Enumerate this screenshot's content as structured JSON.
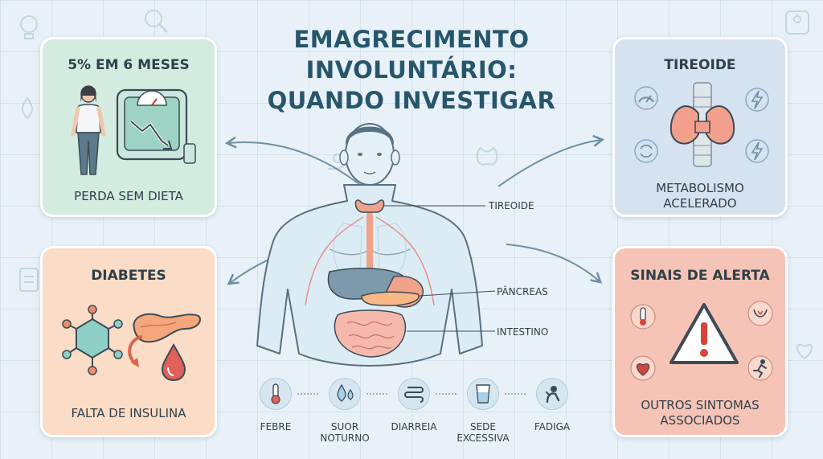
{
  "title": {
    "line1": "EMAGRECIMENTO",
    "line2": "INVOLUNTÁRIO:",
    "line3": "QUANDO INVESTIGAR"
  },
  "cards": {
    "weight_loss": {
      "title": "5% EM 6 MESES",
      "subtitle": "PERDA SEM DIETA"
    },
    "diabetes": {
      "title": "DIABETES",
      "subtitle": "FALTA DE INSULINA"
    },
    "thyroid": {
      "title": "TIREOIDE",
      "subtitle": "METABOLISMO\nACELERADO"
    },
    "alert": {
      "title": "SINAIS DE ALERTA",
      "subtitle": "OUTROS SINTOMAS\nASSOCIADOS"
    }
  },
  "organ_labels": {
    "thyroid": "TIREOIDE",
    "pancreas": "PÂNCREAS",
    "intestine": "INTESTINO"
  },
  "symptoms": [
    {
      "label": "FEBRE",
      "icon": "thermometer-icon"
    },
    {
      "label": "SUOR\nNOTURNO",
      "icon": "water-drops-icon"
    },
    {
      "label": "DIARREIA",
      "icon": "intestine-icon"
    },
    {
      "label": "SEDE\nEXCESSIVA",
      "icon": "water-glass-icon"
    },
    {
      "label": "FADIGA",
      "icon": "tired-person-icon"
    }
  ],
  "colors": {
    "title": "#27566b",
    "card_weight": "#d4ebdf",
    "card_diabetes": "#fbdcc6",
    "card_thyroid": "#d5e2f0",
    "card_alert": "#f6c4b6",
    "organ": "#f0a28a"
  }
}
